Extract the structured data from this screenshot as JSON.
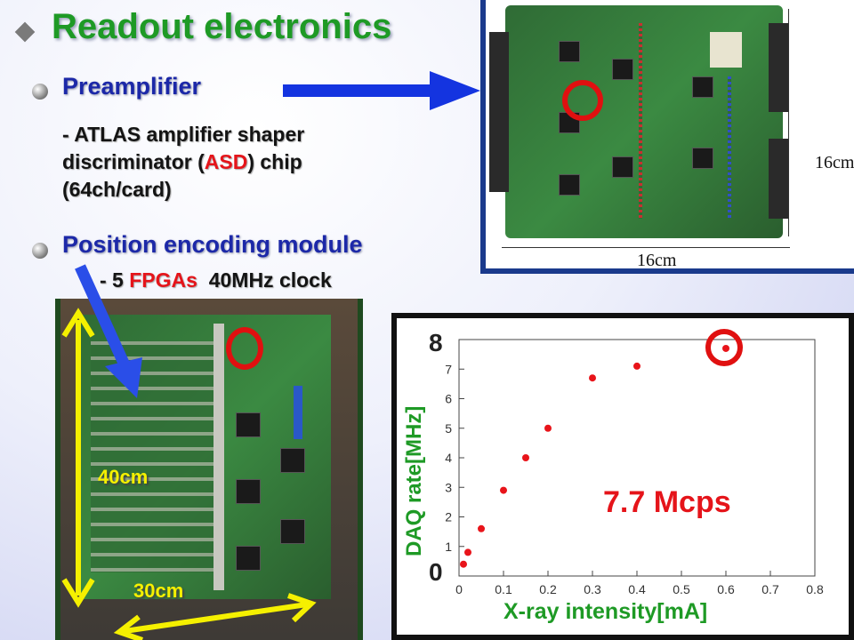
{
  "title": "Readout electronics",
  "preamp": {
    "heading": "Preamplifier",
    "line1_prefix": "- ATLAS amplifier shaper",
    "line2_a": "discriminator (",
    "line2_red": "ASD",
    "line2_b": ") chip",
    "line3": "(64ch/card)"
  },
  "posenc": {
    "heading": "Position encoding module",
    "line_a": "- 5 ",
    "line_red": "FPGAs",
    "line_b": "  40MHz clock"
  },
  "board_photo": {
    "width_label": "16cm",
    "height_label": "16cm"
  },
  "module_photo": {
    "height_label": "40cm",
    "width_label": "30cm"
  },
  "chart_data": {
    "type": "scatter",
    "x": [
      0.01,
      0.02,
      0.05,
      0.1,
      0.15,
      0.2,
      0.3,
      0.4,
      0.6
    ],
    "y": [
      0.4,
      0.8,
      1.6,
      2.9,
      4.0,
      5.0,
      6.7,
      7.1,
      7.7
    ],
    "xlim": [
      0,
      0.8
    ],
    "ylim": [
      0,
      8
    ],
    "x_ticks": [
      "0",
      "0.1",
      "0.2",
      "0.3",
      "0.4",
      "0.5",
      "0.6",
      "0.7",
      "0.8"
    ],
    "y_ticks": [
      "1",
      "2",
      "3",
      "4",
      "5",
      "6",
      "7"
    ],
    "xlabel": "X-ray intensity[mA]",
    "ylabel": "DAQ rate[MHz]",
    "y_top_label": "8",
    "y_bottom_label": "0",
    "annotation": "7.7 Mcps",
    "point_color": "#e8141a"
  }
}
